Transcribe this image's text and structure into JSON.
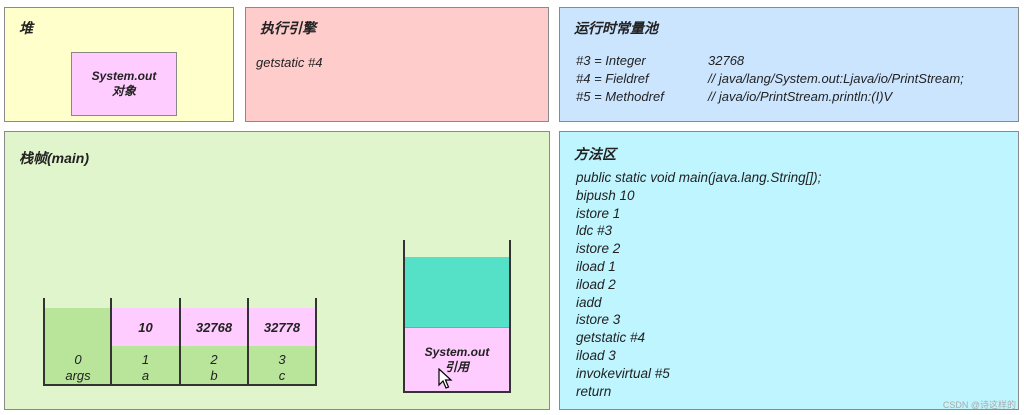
{
  "heap": {
    "title": "堆",
    "object_line1": "System.out",
    "object_line2": "对象"
  },
  "engine": {
    "title": "执行引擎",
    "instruction": "getstatic #4"
  },
  "constant_pool": {
    "title": "运行时常量池",
    "entries": [
      {
        "key": "#3 = Integer",
        "value": "32768"
      },
      {
        "key": "#4 = Fieldref",
        "value": "// java/lang/System.out:Ljava/io/PrintStream;"
      },
      {
        "key": "#5 = Methodref",
        "value": "// java/io/PrintStream.println:(I)V"
      }
    ]
  },
  "stack_frame": {
    "title": "栈帧(main)",
    "locals": [
      {
        "value": "",
        "index": "0",
        "name": "args"
      },
      {
        "value": "10",
        "index": "1",
        "name": "a"
      },
      {
        "value": "32768",
        "index": "2",
        "name": "b"
      },
      {
        "value": "32778",
        "index": "3",
        "name": "c"
      }
    ],
    "operand_stack_top": "System.out",
    "operand_stack_top2": "引用"
  },
  "method_area": {
    "title": "方法区",
    "lines": [
      "public static void main(java.lang.String[]);",
      "bipush 10",
      "istore 1",
      "ldc #3",
      "istore 2",
      "iload 1",
      "iload 2",
      "iadd",
      "istore 3",
      "getstatic #4",
      "iload 3",
      "invokevirtual #5",
      "return"
    ]
  },
  "watermark": "CSDN @诗这样的"
}
